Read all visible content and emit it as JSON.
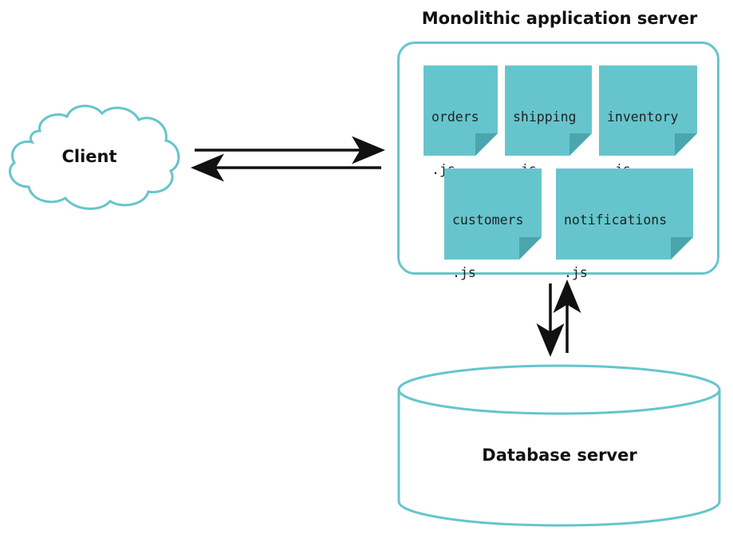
{
  "server": {
    "title": "Monolithic application server"
  },
  "files": [
    {
      "name": "orders",
      "ext": ".js"
    },
    {
      "name": "shipping",
      "ext": ".js"
    },
    {
      "name": "inventory",
      "ext": ".js"
    },
    {
      "name": "customers",
      "ext": ".js"
    },
    {
      "name": "notifications",
      "ext": ".js"
    }
  ],
  "client": {
    "label": "Client"
  },
  "database": {
    "label": "Database server"
  },
  "colors": {
    "accent": "#66c5cc",
    "accent_dark": "#4aa5ac",
    "stroke": "#111111"
  }
}
